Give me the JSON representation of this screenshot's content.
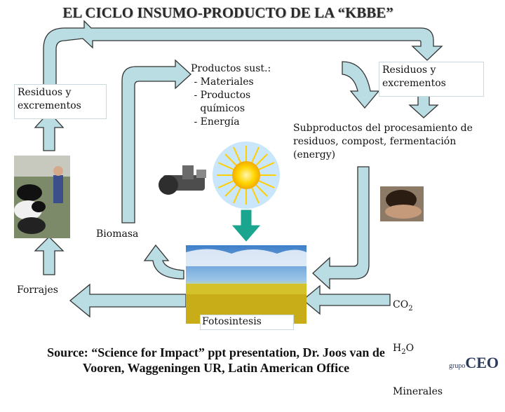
{
  "title": "EL CICLO INSUMO-PRODUCTO DE LA “KBBE”",
  "nodes": {
    "residuos_left": "Residuos y\nexcrementos",
    "productos": "Productos sust.:\n - Materiales\n - Productos\n   químicos\n - Energía",
    "residuos_right": "Residuos y\nexcrementos",
    "subproductos": "Subproductos del procesamiento de\nresiduos, compost, fermentación\n(energy)",
    "biomasa": "Biomasa",
    "forrajes": "Forrajes",
    "co2": "CO",
    "co2_sub": "2",
    "h2o": "H",
    "h2o_sub": "2",
    "h2o_end": "O",
    "minerales": "Minerales",
    "fotosintesis": "Fotosintesis"
  },
  "source": "Source: “Science for Impact” ppt presentation, Dr. Joos van de\nVooren, Waggeningen  UR, Latin American Office",
  "logo": {
    "prefix": "grupo",
    "name": "CEO"
  },
  "colors": {
    "arrow_fill": "#b9dde3",
    "arrow_stroke": "#333333",
    "sun_arrow": "#1aa58f"
  },
  "icons": [
    "cows-photo",
    "machine-photo",
    "sun-icon",
    "soil-photo",
    "field-photo",
    "logo-mark"
  ]
}
